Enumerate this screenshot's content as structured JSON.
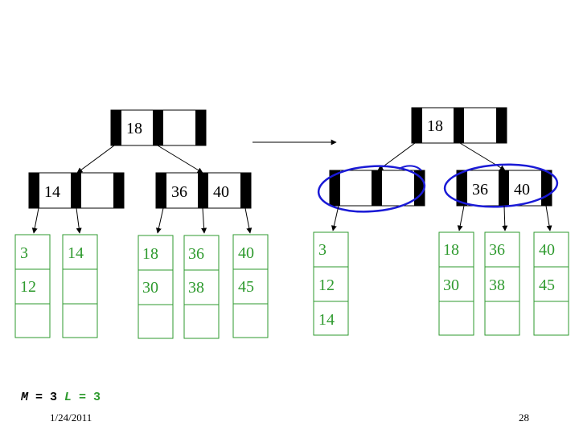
{
  "left_tree": {
    "root": [
      "18",
      ""
    ],
    "internal": [
      [
        "14",
        ""
      ],
      [
        "36",
        "40"
      ]
    ],
    "leaves": [
      [
        "3",
        "12",
        ""
      ],
      [
        "14",
        "",
        ""
      ],
      [
        "18",
        "30",
        ""
      ],
      [
        "36",
        "38",
        ""
      ],
      [
        "40",
        "45",
        ""
      ]
    ]
  },
  "right_tree": {
    "root": [
      "18",
      ""
    ],
    "internal": [
      [
        "",
        ""
      ],
      [
        "36",
        "40"
      ]
    ],
    "leaves": [
      [
        "3",
        "12",
        "14"
      ],
      [
        "18",
        "30",
        ""
      ],
      [
        "36",
        "38",
        ""
      ],
      [
        "40",
        "45",
        ""
      ]
    ]
  },
  "params": {
    "m_label": "M",
    "m_eq": " = 3 ",
    "l_label": "L",
    "l_eq": " = 3"
  },
  "footer": {
    "date": "1/24/2011",
    "page": "28"
  },
  "colors": {
    "leaf": "#2e9a2e",
    "highlight": "#1a1ad6",
    "node_bar": "#000000"
  }
}
